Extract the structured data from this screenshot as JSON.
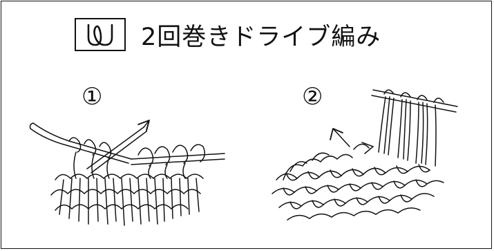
{
  "header": {
    "title": "2回巻きドライブ編み",
    "symbol_icon": "double-loop-stitch-symbol-icon"
  },
  "steps": [
    {
      "number": "①",
      "illustration": "needle-wrapping-yarn-twice-icon"
    },
    {
      "number": "②",
      "illustration": "pulling-elongated-stitches-icon"
    }
  ],
  "colors": {
    "ink": "#111111",
    "background": "#ffffff"
  }
}
